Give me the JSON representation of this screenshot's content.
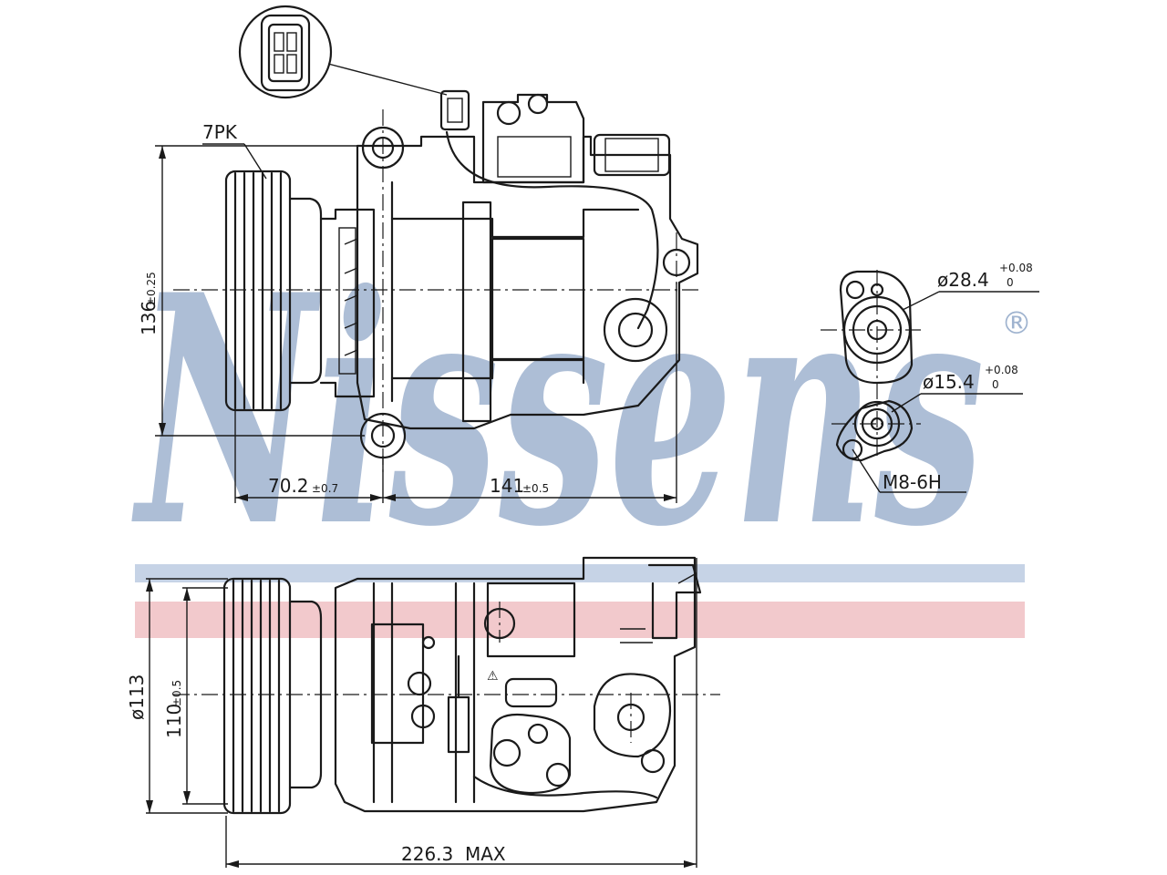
{
  "brand": {
    "watermark": "Nissens",
    "registered_mark": "®",
    "watermark_color": "#9fb3cf",
    "stripe_blue": "#c6d3e6",
    "stripe_red": "#f2c9cc"
  },
  "labels": {
    "belt": "7PK",
    "height_main": "136",
    "height_tol": "±0.25",
    "pulley_offset_main": "70.2",
    "pulley_offset_tol": "±0.7",
    "body_length_main": "141",
    "body_length_tol": "±0.5",
    "port_large": "ø28.4",
    "port_large_tol_upper": "+0.08",
    "port_large_tol_lower": "0",
    "port_small": "ø15.4",
    "port_small_tol_upper": "+0.08",
    "port_small_tol_lower": "0",
    "thread": "M8-6H",
    "pulley_diameter": "ø113",
    "pulley_inner_main": "110",
    "pulley_inner_tol": "±0.5",
    "overall_length": "226.3  MAX"
  }
}
